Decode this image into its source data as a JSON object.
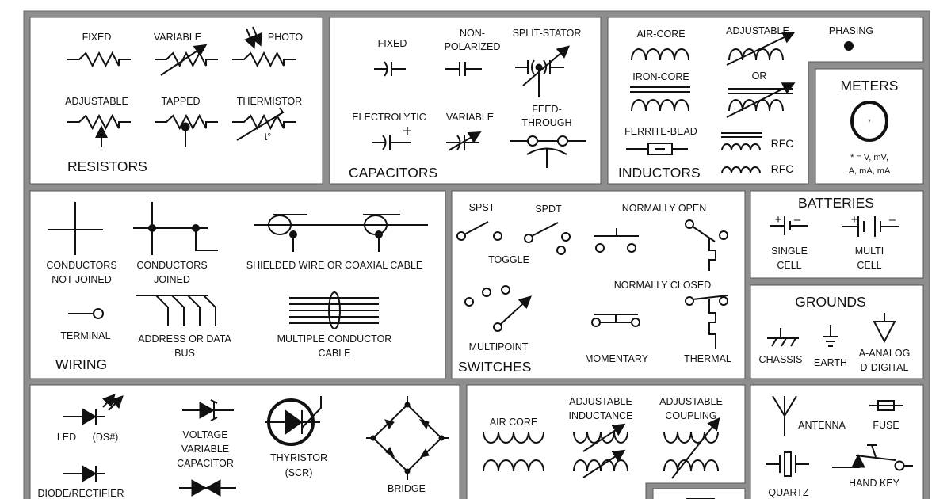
{
  "colors": {
    "frame": "#8e8e8e",
    "panel": "#ffffff",
    "ink": "#111111"
  },
  "resistors": {
    "title": "RESISTORS",
    "fixed": "FIXED",
    "variable": "VARIABLE",
    "photo": "PHOTO",
    "adjustable": "ADJUSTABLE",
    "tapped": "TAPPED",
    "thermistor": "THERMISTOR",
    "temp_mark": "t°"
  },
  "capacitors": {
    "title": "CAPACITORS",
    "fixed": "FIXED",
    "non_polarized": [
      "NON-",
      "POLARIZED"
    ],
    "split_stator": "SPLIT-STATOR",
    "electrolytic": "ELECTROLYTIC",
    "electrolytic_plus": "+",
    "variable": "VARIABLE",
    "feed_through": [
      "FEED-",
      "THROUGH"
    ]
  },
  "inductors": {
    "title": "INDUCTORS",
    "air_core": "AIR-CORE",
    "adjustable": "ADJUSTABLE",
    "phasing": "PHASING",
    "iron_core": "IRON-CORE",
    "or": "OR",
    "ferrite_bead": "FERRITE-BEAD",
    "rfc_1": "RFC",
    "rfc_2": "RFC"
  },
  "meters": {
    "title": "METERS",
    "symbol": "*",
    "note": [
      "* = V, mV,",
      "A, mA, mA"
    ]
  },
  "wiring": {
    "title": "WIRING",
    "not_joined": [
      "CONDUCTORS",
      "NOT JOINED"
    ],
    "joined": [
      "CONDUCTORS",
      "JOINED"
    ],
    "shielded": "SHIELDED WIRE OR COAXIAL CABLE",
    "terminal": "TERMINAL",
    "bus": [
      "ADDRESS OR DATA",
      "BUS"
    ],
    "multiple": [
      "MULTIPLE CONDUCTOR",
      "CABLE"
    ]
  },
  "switches": {
    "title": "SWITCHES",
    "spst": "SPST",
    "spdt": "SPDT",
    "toggle": "TOGGLE",
    "normally_open": "NORMALLY OPEN",
    "normally_closed": "NORMALLY CLOSED",
    "multipoint": "MULTIPOINT",
    "momentary": "MOMENTARY",
    "thermal": "THERMAL"
  },
  "batteries": {
    "title": "BATTERIES",
    "single": [
      "SINGLE",
      "CELL"
    ],
    "multi": [
      "MULTI",
      "CELL"
    ],
    "plus": "+",
    "minus": "–"
  },
  "grounds": {
    "title": "GROUNDS",
    "chassis": "CHASSIS",
    "earth": "EARTH",
    "analog": [
      "A-ANALOG",
      "D-DIGITAL"
    ]
  },
  "semiconductors": {
    "led": "LED",
    "led_ref": "(DS#)",
    "diode": "DIODE/RECTIFIER",
    "varactor": [
      "VOLTAGE",
      "VARIABLE",
      "CAPACITOR"
    ],
    "thyristor": [
      "THYRISTOR",
      "(SCR)"
    ],
    "bridge": "BRIDGE"
  },
  "transformers": {
    "air_core": "AIR CORE",
    "adj_inductance": [
      "ADJUSTABLE",
      "INDUCTANCE"
    ],
    "adj_coupling": [
      "ADJUSTABLE",
      "COUPLING"
    ]
  },
  "misc": {
    "antenna": "ANTENNA",
    "fuse": "FUSE",
    "quartz": "QUARTZ",
    "hand_key": "HAND KEY"
  }
}
